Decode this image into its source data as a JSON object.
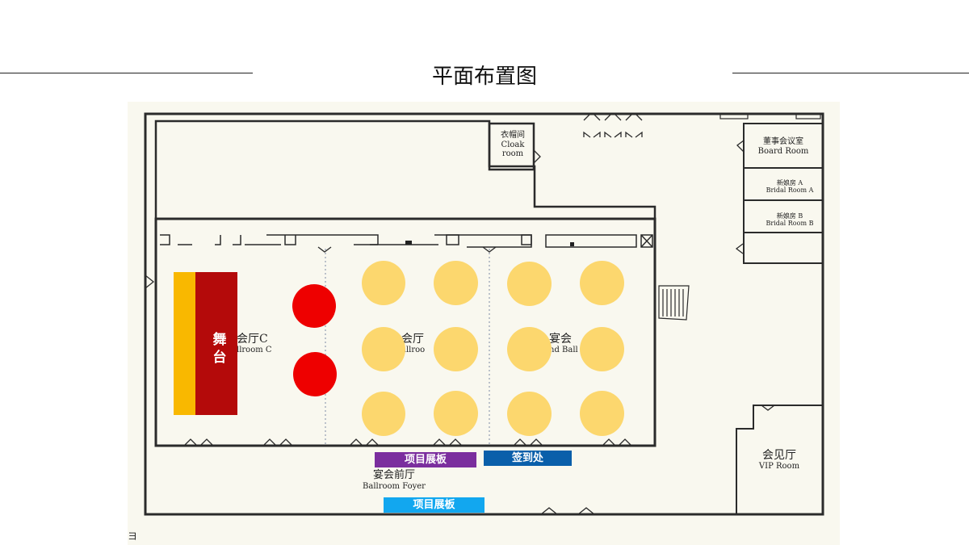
{
  "title": "平面布置图",
  "colors": {
    "stage_back": "#f9b800",
    "stage_front": "#b40a0a",
    "vip_table": "#ee0000",
    "guest_table": "#fcd76e",
    "board_purple": "#7b2e9e",
    "board_blue": "#0a5faa",
    "board_cyan": "#12a7ef"
  },
  "rooms": {
    "cloak": {
      "zh": "衣帽间",
      "en_1": "Cloak",
      "en_2": "room"
    },
    "board_room": {
      "zh": "董事会议室",
      "en": "Board Room"
    },
    "bridal_a": {
      "zh": "新娘房 A",
      "en": "Bridal Room A"
    },
    "bridal_b": {
      "zh": "新娘房 B",
      "en": "Bridal Room B"
    },
    "ballroom_c": {
      "zh": "会厅C",
      "en": "llroom C"
    },
    "ballroom_b": {
      "zh": "会厅",
      "en": "allroo"
    },
    "grand_ballroom": {
      "zh": "宴会",
      "en": "nd Ball"
    },
    "foyer": {
      "zh": "宴会前厅",
      "en": "Ballroom Foyer"
    },
    "vip_room": {
      "zh": "会见厅",
      "en": "VIP Room"
    }
  },
  "stage": {
    "line1": "舞",
    "line2": "台"
  },
  "boards": {
    "project_board_top": "项目展板",
    "checkin": "签到处",
    "project_board_bottom": "项目展板"
  },
  "corner_mark": "ヨ"
}
